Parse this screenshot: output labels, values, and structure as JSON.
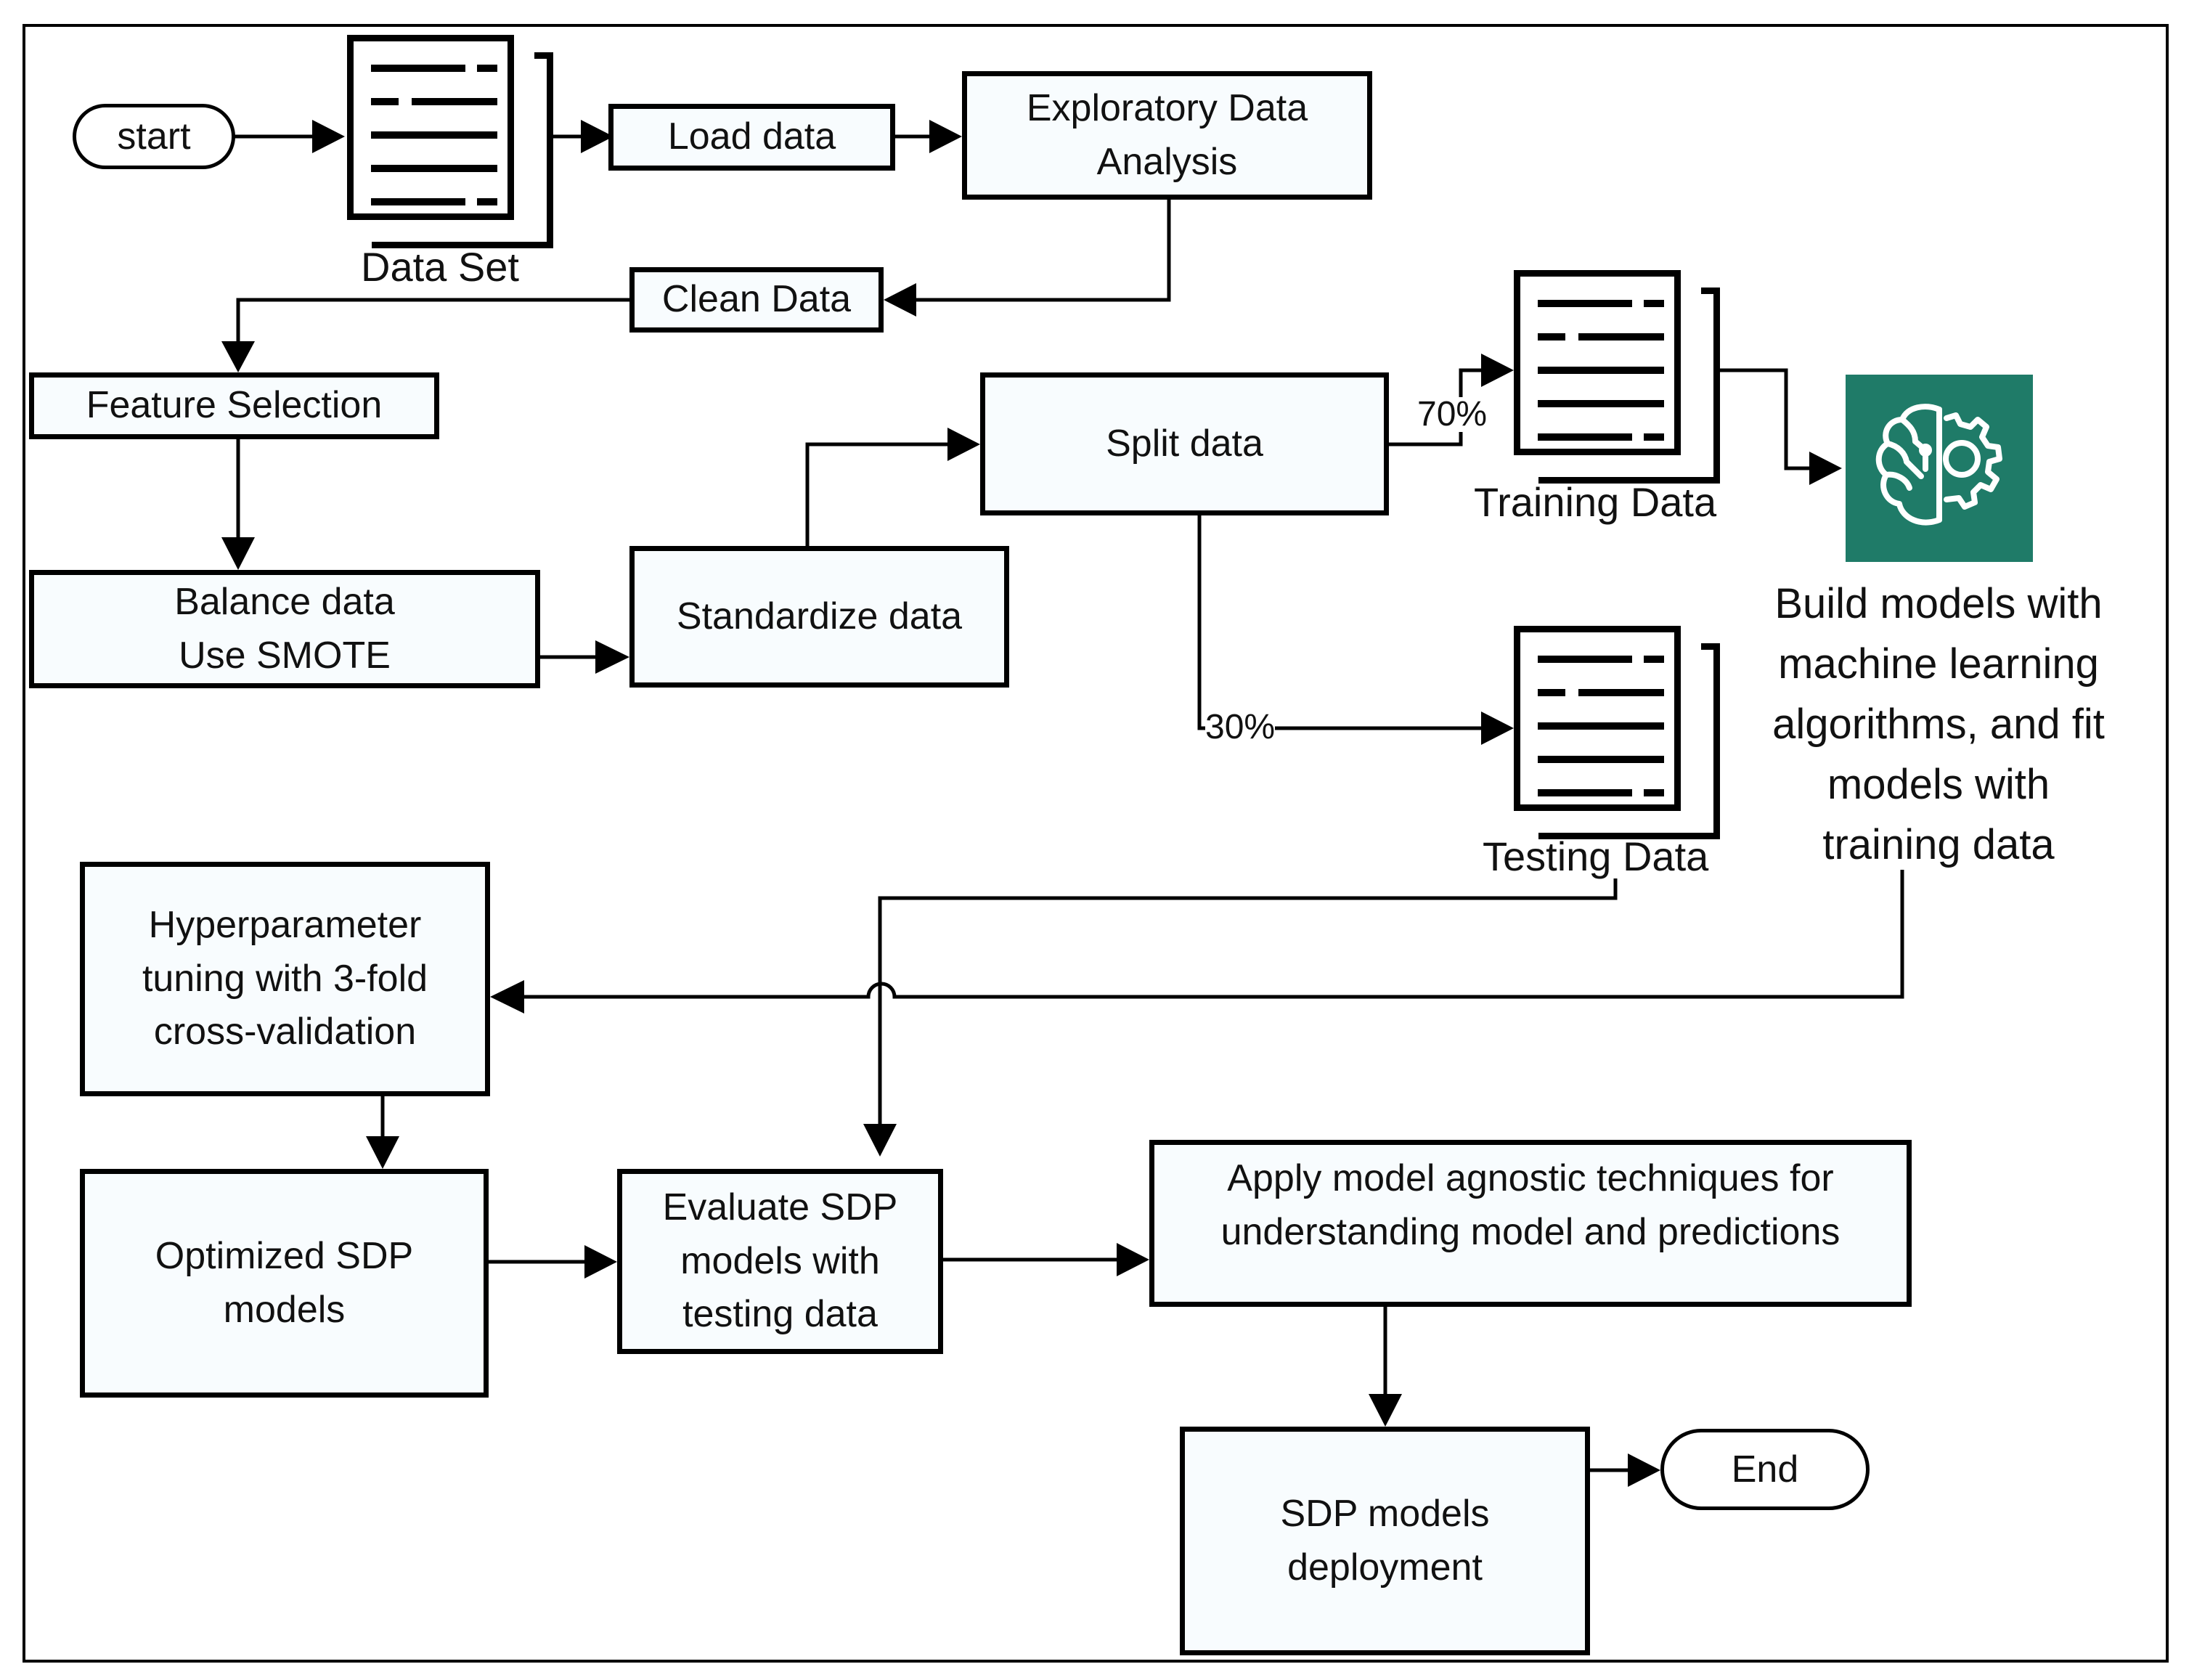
{
  "nodes": {
    "start": "start",
    "end": "End",
    "load_data": "Load data",
    "eda": [
      "Exploratory Data",
      "Analysis"
    ],
    "clean_data": "Clean Data",
    "feature_selection": "Feature Selection",
    "balance": [
      "Balance data",
      "Use SMOTE"
    ],
    "standardize": "Standardize data",
    "split": "Split data",
    "hyperparameter": [
      "Hyperparameter",
      "tuning with 3-fold",
      "cross-validation"
    ],
    "optimized": [
      "Optimized SDP",
      "models"
    ],
    "evaluate": [
      "Evaluate SDP",
      "models with",
      "testing data"
    ],
    "apply": [
      "Apply model agnostic techniques for",
      "understanding model and predictions"
    ],
    "deployment": [
      "SDP models",
      "deployment"
    ]
  },
  "documents": {
    "dataset": "Data Set",
    "training": "Training Data",
    "testing": "Testing Data"
  },
  "split_labels": {
    "train": "70%",
    "test": "30%"
  },
  "build_models": [
    "Build models with",
    "machine learning",
    "algorithms, and fit",
    "models with",
    "training data"
  ],
  "icons": {
    "ml": "brain-gear-icon",
    "ml_color": "#1f7b68"
  }
}
